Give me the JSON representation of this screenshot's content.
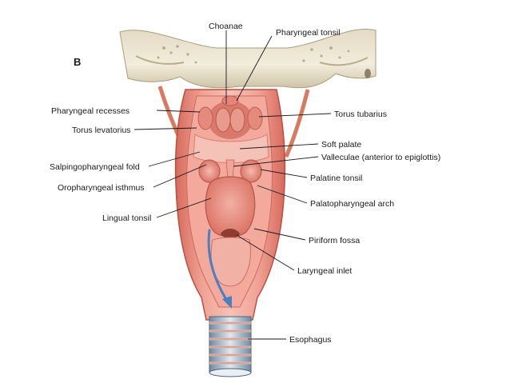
{
  "figure": {
    "panel_letter": "B",
    "labels": {
      "choanae": "Choanae",
      "pharyngeal_tonsil": "Pharyngeal tonsil",
      "pharyngeal_recesses": "Pharyngeal recesses",
      "torus_tubarius": "Torus tubarius",
      "torus_levatorius": "Torus levatorius",
      "soft_palate": "Soft palate",
      "valleculae": "Valleculae (anterior to epiglottis)",
      "salpingopharyngeal_fold": "Salpingopharyngeal fold",
      "palatine_tonsil": "Palatine tonsil",
      "oropharyngeal_isthmus": "Oropharyngeal isthmus",
      "palatopharyngeal_arch": "Palatopharyngeal arch",
      "lingual_tonsil": "Lingual tonsil",
      "piriform_fossa": "Piriform fossa",
      "laryngeal_inlet": "Laryngeal inlet",
      "esophagus": "Esophagus"
    },
    "colors": {
      "mucosa": "#e8877a",
      "mucosa_dark": "#c95a4c",
      "mucosa_light": "#f4b8ad",
      "bone": "#ece4cf",
      "bone_shadow": "#b9ad8f",
      "arrow": "#4a7fc1",
      "esophagus": "#b9c9d6"
    }
  }
}
